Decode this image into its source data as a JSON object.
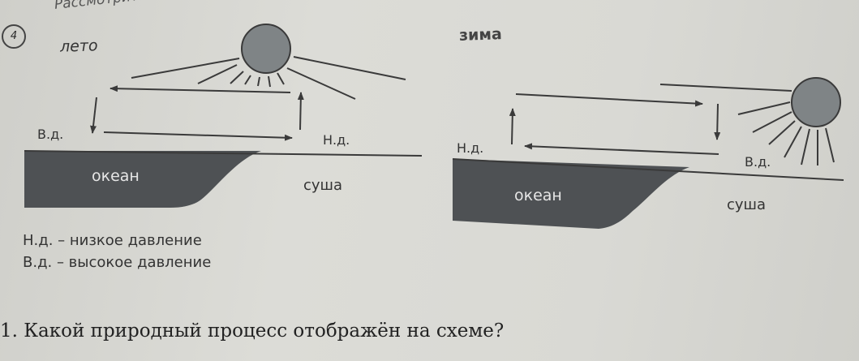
{
  "header_text": "Рассмотрите",
  "task_number": "4",
  "summer": {
    "season": "лето",
    "high_pressure": "В.д.",
    "low_pressure": "Н.д.",
    "ocean": "океан",
    "land": "суша"
  },
  "winter": {
    "season": "зима",
    "high_pressure": "В.д.",
    "low_pressure": "Н.д.",
    "ocean": "океан",
    "land": "суша"
  },
  "legend": {
    "low": "Н.д. – низкое давление",
    "high": "В.д. – высокое давление"
  },
  "question": "1. Какой природный процесс отображён на схеме?",
  "colors": {
    "ocean": "#4e5154",
    "sun": "#7f8486",
    "lines": "#3a3a3a"
  }
}
